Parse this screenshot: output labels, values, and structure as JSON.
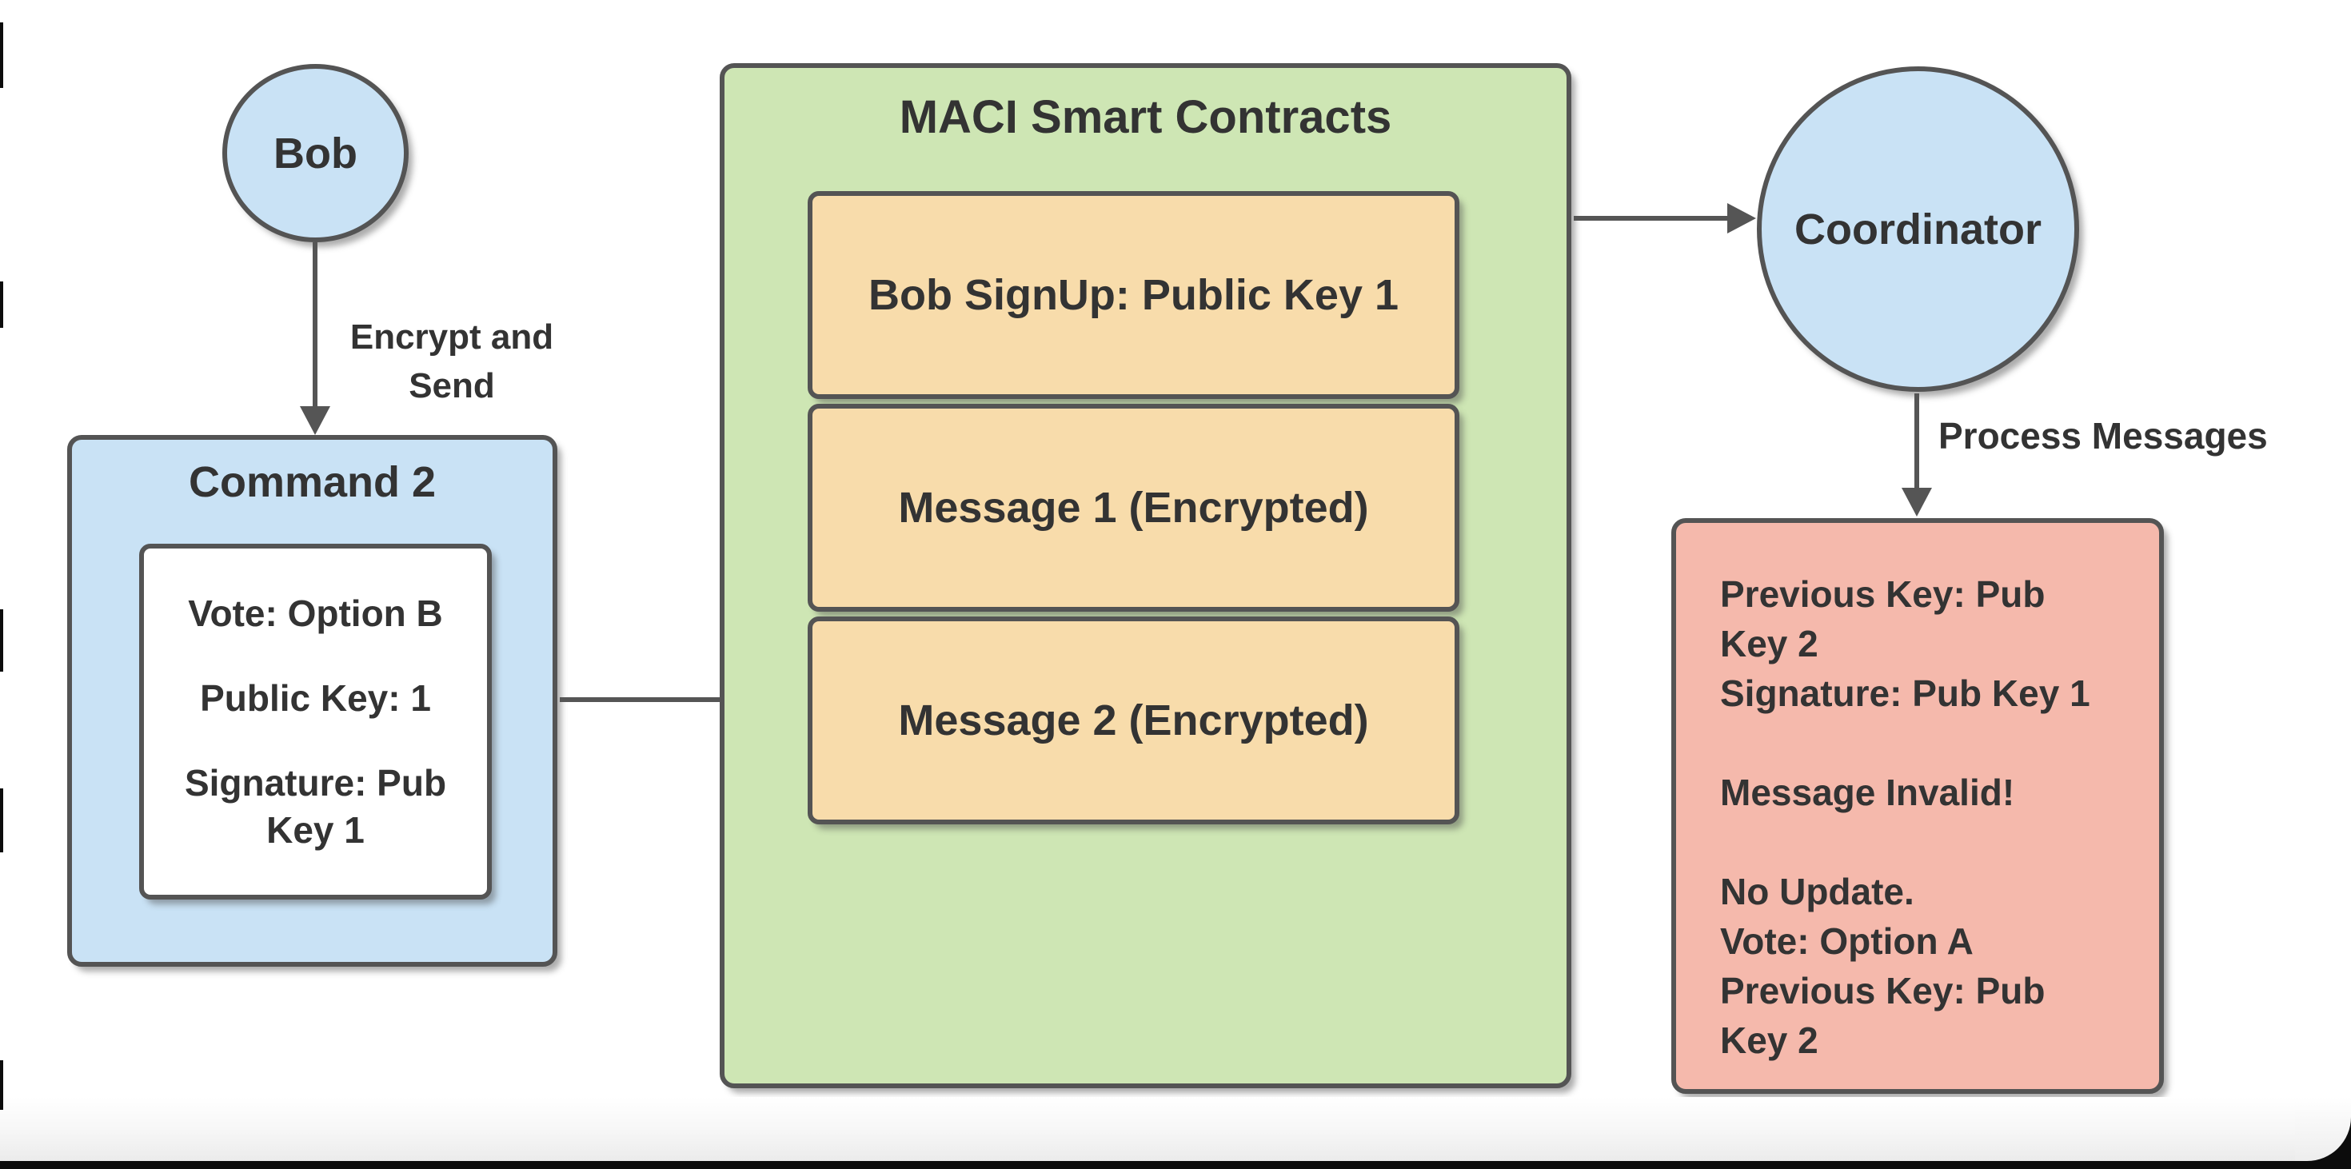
{
  "diagram": {
    "actors": {
      "bob": "Bob",
      "coordinator": "Coordinator"
    },
    "edges": {
      "encrypt_send": "Encrypt and Send",
      "process_messages": "Process Messages"
    },
    "command_box": {
      "title": "Command 2",
      "fields": [
        "Vote: Option B",
        "Public Key: 1",
        "Signature: Pub Key 1"
      ]
    },
    "contracts_box": {
      "title": "MACI Smart Contracts",
      "entries": [
        "Bob SignUp: Public Key 1",
        "Message 1 (Encrypted)",
        "Message 2 (Encrypted)"
      ]
    },
    "result_box": {
      "lines": [
        "Previous Key: Pub Key 2",
        "Signature: Pub Key 1",
        "",
        "Message Invalid!",
        "",
        "No Update.",
        "Vote: Option A",
        "Previous Key: Pub Key 2"
      ]
    },
    "colors": {
      "blue": "#c9e2f5",
      "green": "#cee6b4",
      "orange": "#f8dcab",
      "pink": "#f5b9ac",
      "border": "#545454",
      "text": "#333333",
      "arrow": "#555555",
      "bottom_bar": "#0c0c0c"
    }
  }
}
